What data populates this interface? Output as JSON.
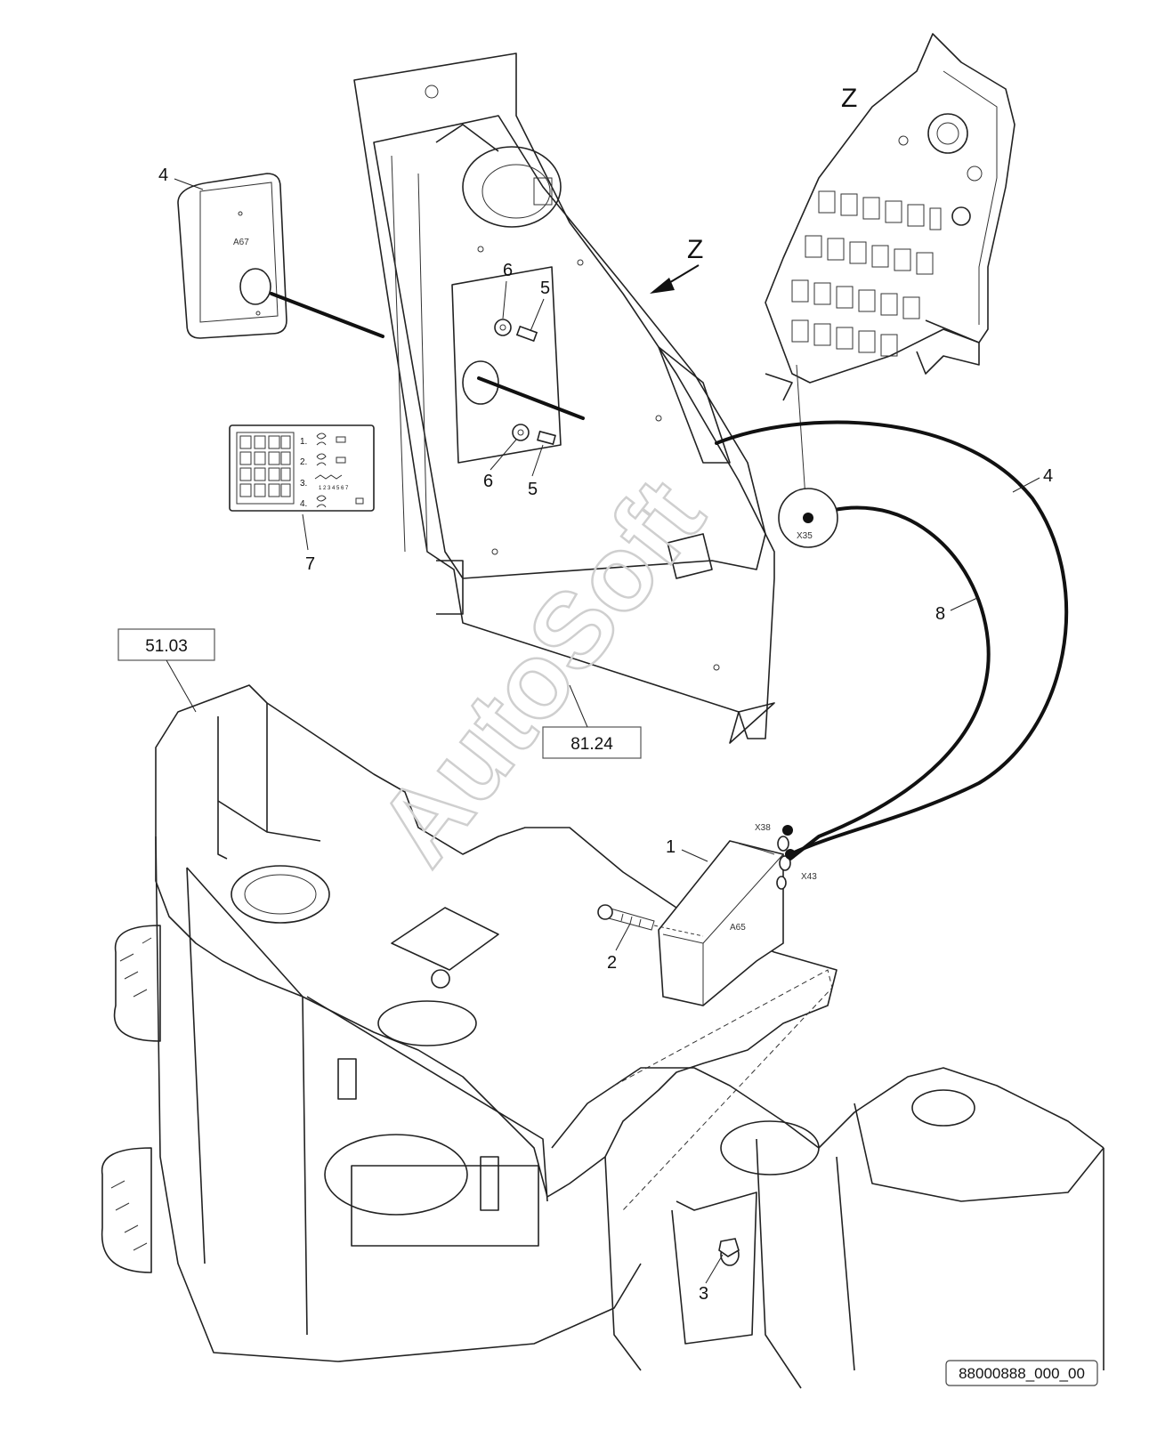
{
  "views": {
    "detail_view_label": "Z",
    "view_arrow_label": "Z"
  },
  "components": {
    "module_a67": {
      "callout": "4",
      "label": "A67"
    },
    "module_a65": {
      "callout": "1",
      "label": "A65"
    }
  },
  "connectors": {
    "x35": "X35",
    "x38": "X38",
    "x43": "X43"
  },
  "callouts": {
    "bolt": "2",
    "nut": "3",
    "cable_4": "4",
    "screw_upper": "5",
    "screw_lower": "5",
    "washer_upper": "6",
    "washer_lower": "6",
    "decal": "7",
    "cable_8": "8"
  },
  "decal": {
    "rows": [
      "1.",
      "2.",
      "3.",
      "4."
    ],
    "row3_digits": "1 2 3 4 5 6 7"
  },
  "references": {
    "frame": "51.03",
    "panel": "81.24"
  },
  "drawing_number": "88000888_000_00",
  "watermark": "AutoSoft"
}
